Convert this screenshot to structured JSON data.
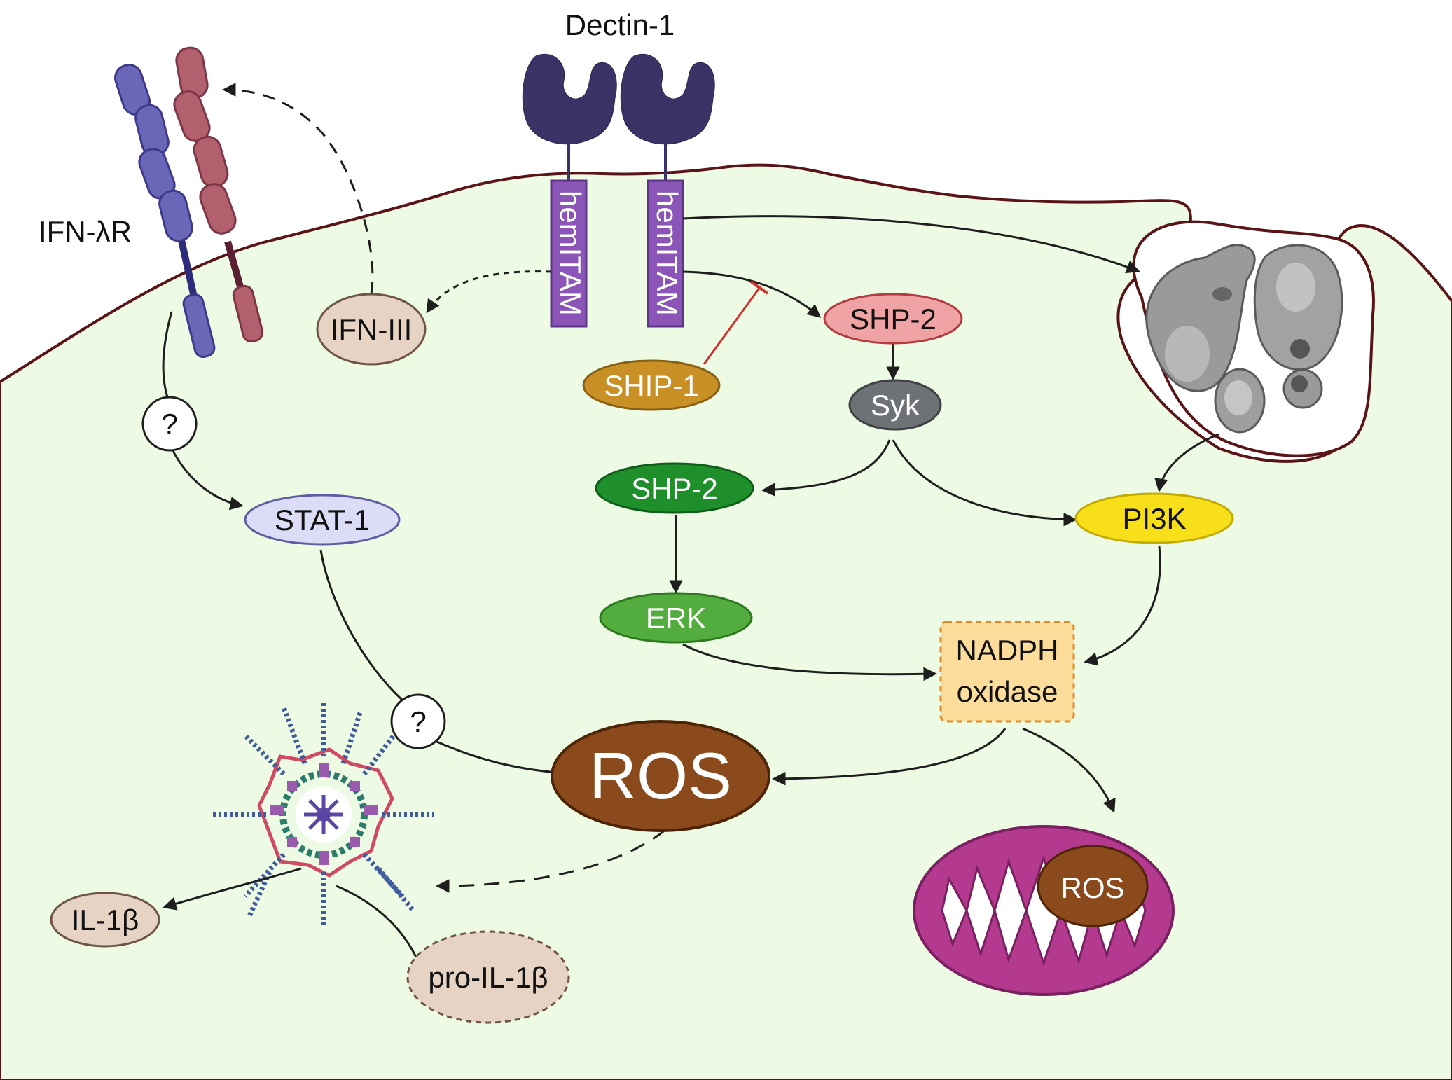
{
  "labels": {
    "dectin": "Dectin-1",
    "ifn_receptor": "IFN-λR",
    "hemitam_left": "hemITAM",
    "hemitam_right": "hemITAM",
    "ifn3": "IFN-III",
    "ship1": "SHIP-1",
    "shp2_top": "SHP-2",
    "syk": "Syk",
    "shp2_mid": "SHP-2",
    "pi3k": "PI3K",
    "erk": "ERK",
    "stat1": "STAT-1",
    "nadph_line1": "NADPH",
    "nadph_line2": "oxidase",
    "ros_main": "ROS",
    "ros_mito": "ROS",
    "il1b": "IL-1β",
    "pro_il1b": "pro-IL-1β",
    "question_top": "?",
    "question_bottom": "?"
  },
  "colors": {
    "cytoplasm": "#eefbe4",
    "membrane": "#5a1418",
    "shp2_top": "#f0a3a5",
    "syk": "#6e7175",
    "ship1": "#c99125",
    "shp2_mid": "#1f8f2c",
    "erk": "#52ad3e",
    "pi3k": "#f7df1a",
    "stat1": "#dcdcf6",
    "ifn3": "#e6d3c4",
    "nadph": "#fbdc9a",
    "ros": "#8b4a1c",
    "il1b": "#e6d3c4",
    "pro_il1b": "#e6d3c4",
    "hemitam": "#8a55b6",
    "dectin": "#3a3466",
    "receptor_blue": "#6b67b8",
    "receptor_red": "#b2606e",
    "mitochondrion": "#b33a8e",
    "inhibition": "#d22f2f"
  }
}
